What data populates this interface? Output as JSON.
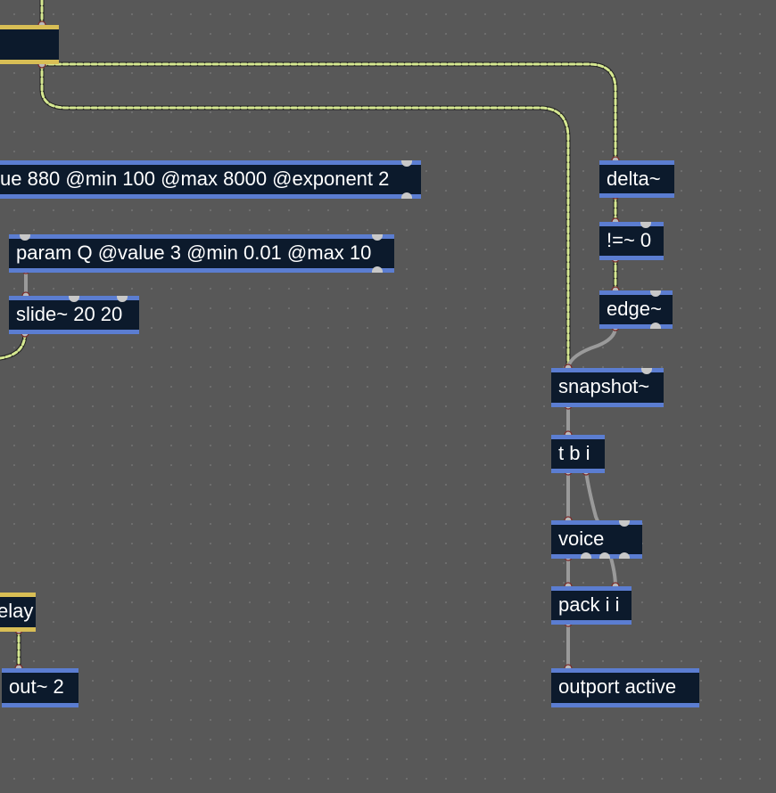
{
  "patcher": {
    "objects": {
      "sig_top": "",
      "param_freq": "ue 880 @min 100 @max 8000 @exponent 2",
      "param_q": "param Q @value 3 @min 0.01 @max 10",
      "slide": "slide~ 20 20",
      "delta": "delta~",
      "neq": "!=~ 0",
      "edge": "edge~",
      "snapshot": "snapshot~",
      "tbi": "t b i",
      "voice": "voice",
      "pack": "pack i i",
      "outport": "outport active",
      "delay": "elay",
      "out2": "out~ 2"
    },
    "colors": {
      "background": "#585858",
      "object_fill": "#0c1a2c",
      "object_border": "#5b7dd1",
      "signal_border": "#d8be55",
      "signal_cord": "#d6e891",
      "control_cord": "#9a9a9a"
    }
  }
}
